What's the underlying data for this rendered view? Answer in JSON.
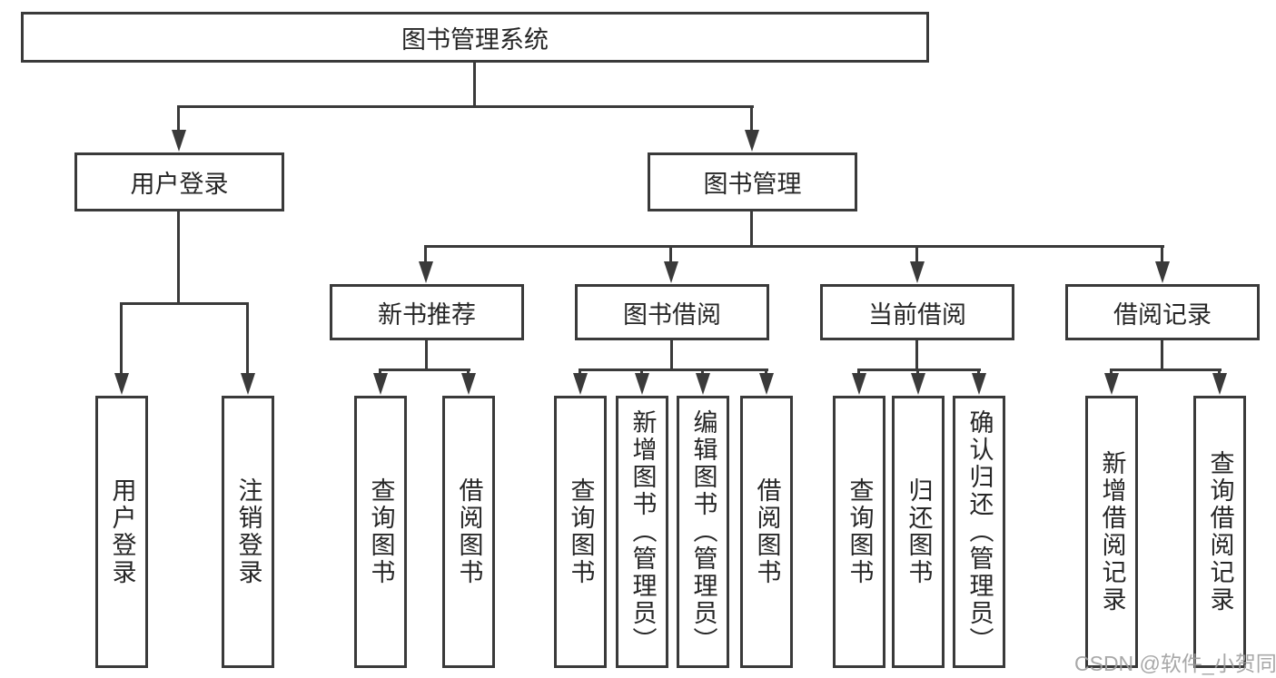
{
  "nodes": {
    "root": "图书管理系统",
    "user_login": "用户登录",
    "book_management": "图书管理",
    "new_book_recommend": "新书推荐",
    "book_borrow": "图书借阅",
    "current_borrow": "当前借阅",
    "borrow_records": "借阅记录",
    "leaf_user_login": "用户登录",
    "leaf_logout": "注销登录",
    "leaf_query_books_1": "查询图书",
    "leaf_borrow_books_1": "借阅图书",
    "leaf_query_books_2": "查询图书",
    "leaf_add_books_admin": "新增图书（管理员）",
    "leaf_edit_books_admin": "编辑图书（管理员）",
    "leaf_borrow_books_2": "借阅图书",
    "leaf_query_books_3": "查询图书",
    "leaf_return_books": "归还图书",
    "leaf_confirm_return_admin": "确认归还（管理员）",
    "leaf_add_borrow_record": "新增借阅记录",
    "leaf_query_borrow_record": "查询借阅记录"
  },
  "watermark": "CSDN @软件_小贺同学",
  "colors": {
    "line": "#3a3a3a",
    "text": "#262626",
    "background": "#ffffff",
    "watermark": "#9e9e9e"
  }
}
